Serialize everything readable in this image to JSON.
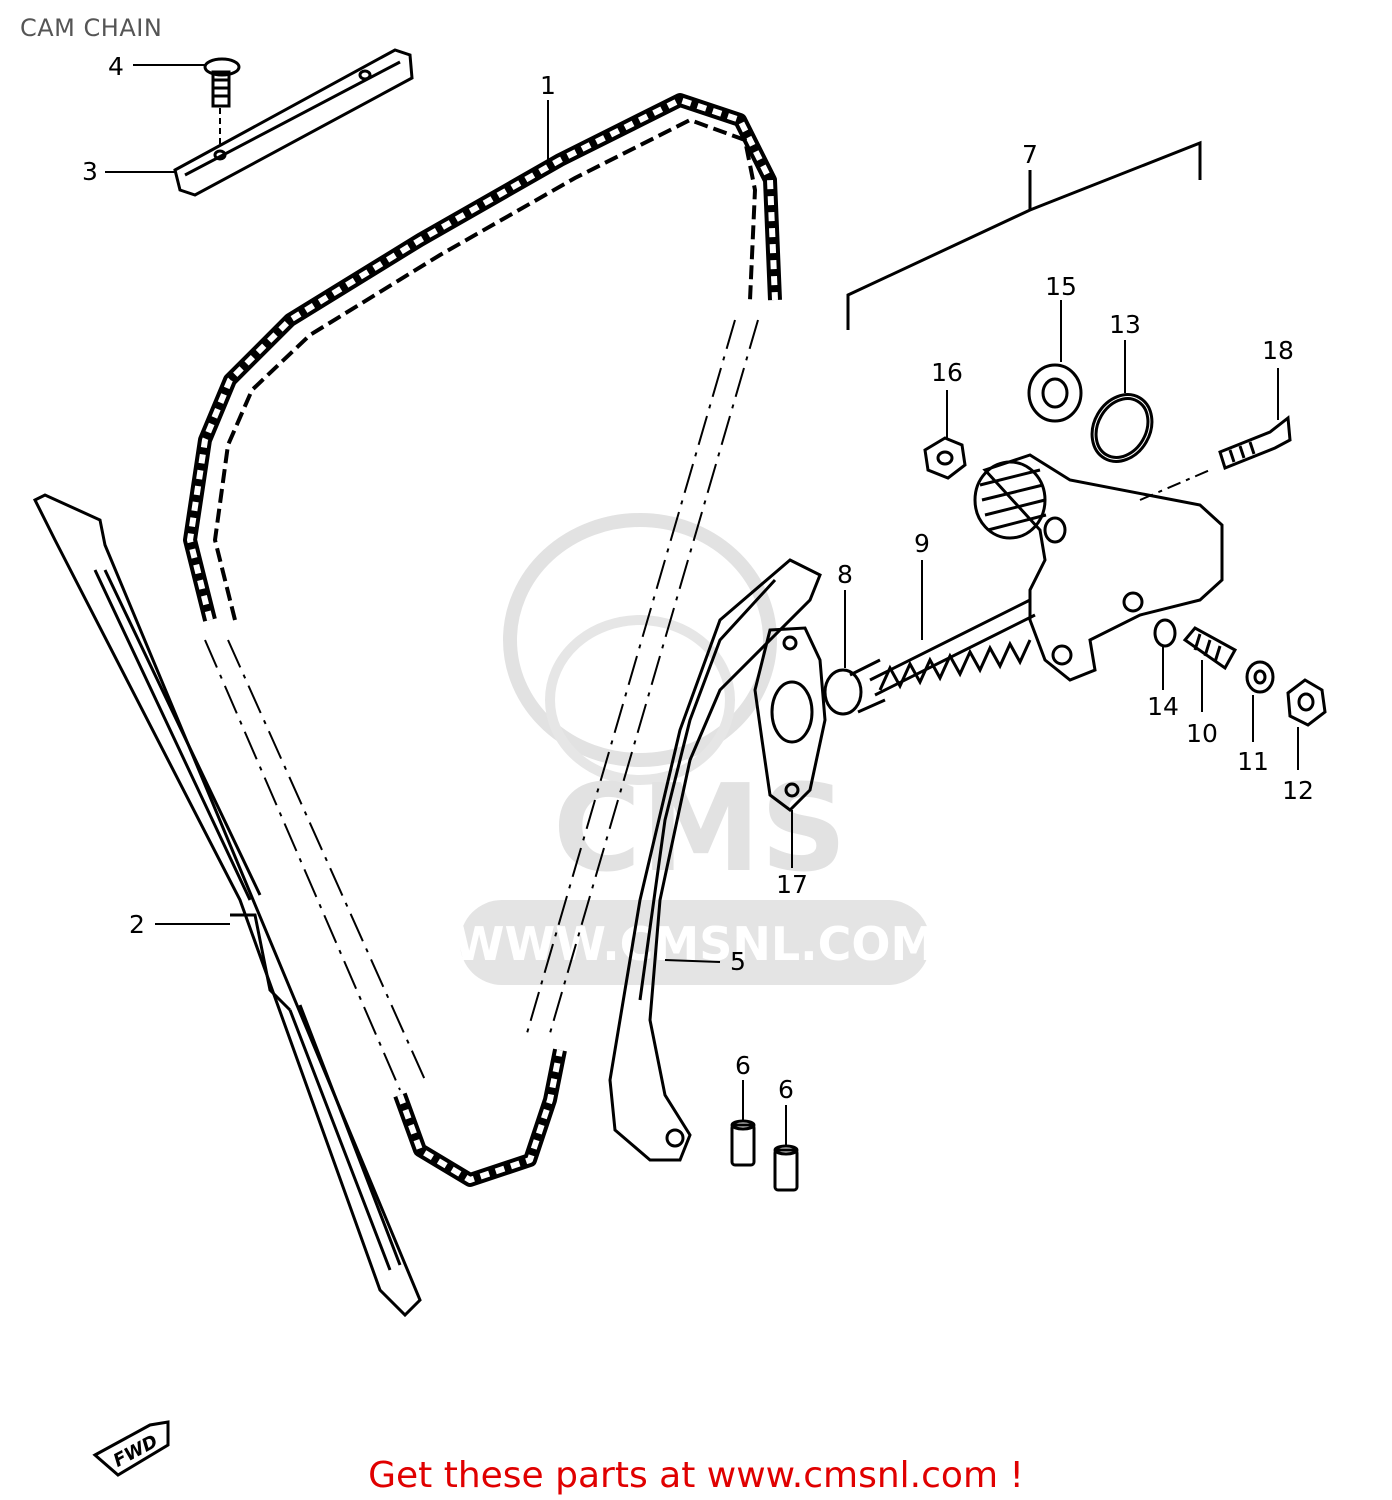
{
  "title": "CAM CHAIN",
  "footer": "Get these parts at www.cmsnl.com !",
  "watermark": {
    "logo": "CMS",
    "url": "WWW.CMSNL.COM"
  },
  "fwd_label": "FWD",
  "callouts": [
    "1",
    "2",
    "3",
    "4",
    "5",
    "6",
    "6",
    "7",
    "8",
    "9",
    "10",
    "11",
    "12",
    "13",
    "14",
    "15",
    "16",
    "17",
    "18"
  ],
  "colors": {
    "ink": "#000000",
    "footer": "#e00000",
    "watermark": "#d8d8d8",
    "title": "#555555"
  }
}
